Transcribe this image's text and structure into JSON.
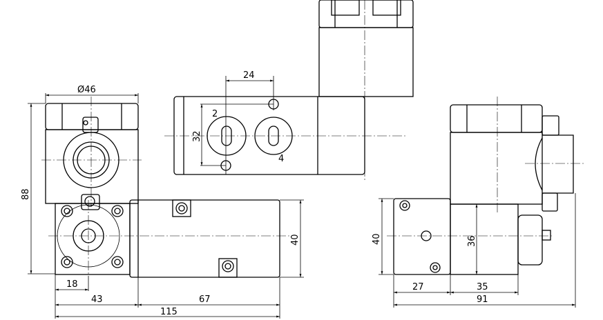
{
  "drawing": {
    "front_view": {
      "diameter_label": "Ø46",
      "height_label": "88",
      "cylinder_height_label": "40",
      "offset_label": "18",
      "width_left_label": "43",
      "width_right_label": "67",
      "total_width_label": "115"
    },
    "top_view": {
      "port_spacing_label": "24",
      "hole_spacing_label": "32",
      "port_a_label": "2",
      "port_b_label": "4"
    },
    "side_view": {
      "height_label": "40",
      "inner_height_label": "36",
      "left_width_label": "27",
      "right_width_label": "35",
      "total_width_label": "91"
    }
  }
}
